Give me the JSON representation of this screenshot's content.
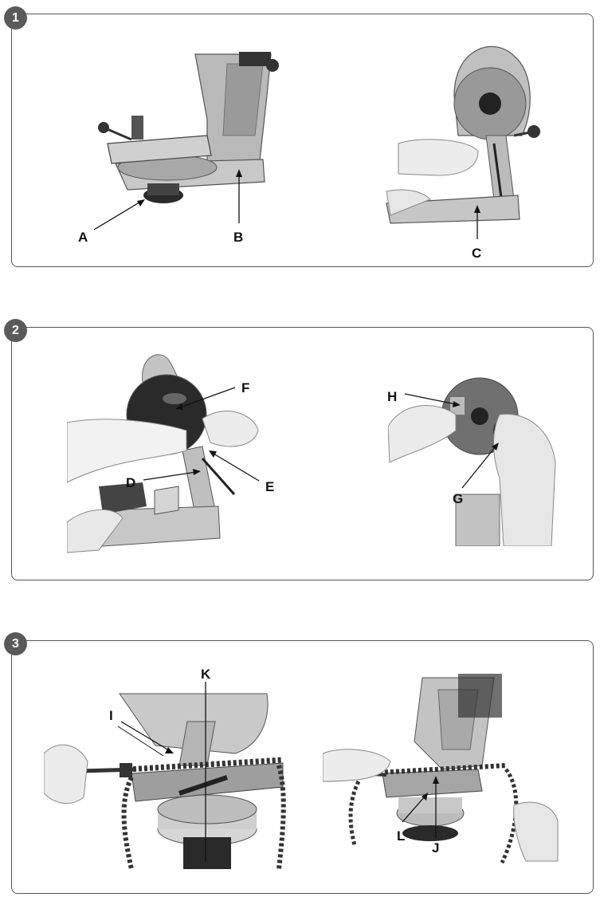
{
  "steps": [
    {
      "number": "1",
      "labels": [
        "A",
        "B",
        "C"
      ]
    },
    {
      "number": "2",
      "labels": [
        "F",
        "D",
        "E",
        "H",
        "G"
      ]
    },
    {
      "number": "3",
      "labels": [
        "K",
        "I",
        "L",
        "J"
      ]
    }
  ]
}
